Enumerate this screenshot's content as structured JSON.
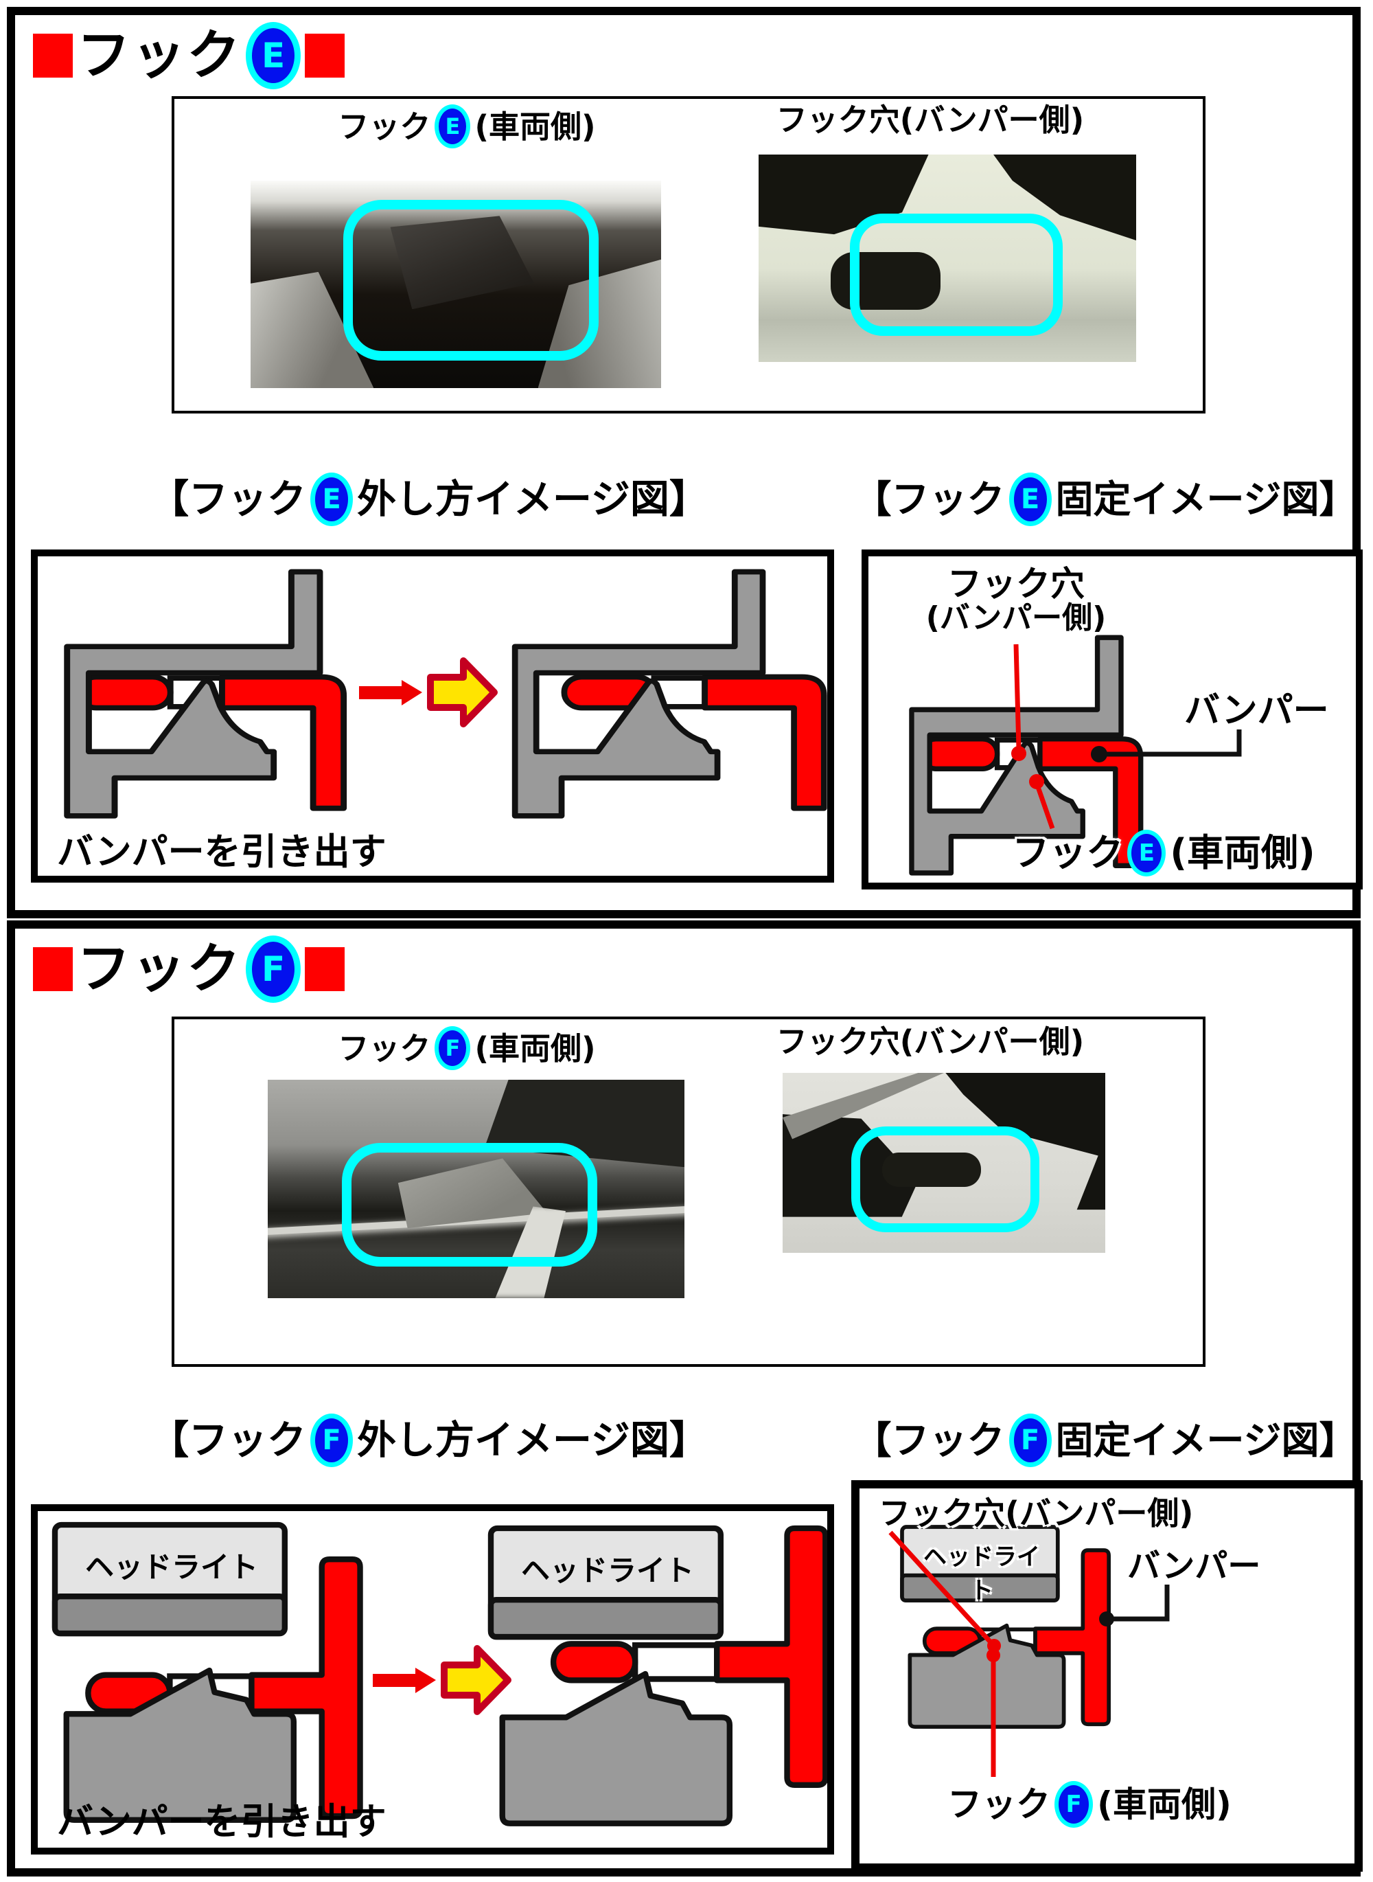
{
  "colors": {
    "accent_red": "#ff0000",
    "arrow_yellow": "#ffe400",
    "arrow_outline_red": "#c40020",
    "highlight_cyan": "#00ffff",
    "badge_blue": "#0310ee",
    "diagram_gray": "#9a9a9a",
    "headlight_light": "#e4e4e4",
    "headlight_dark": "#8d8d8d",
    "outline_black": "#111111"
  },
  "section_e": {
    "title": "フック",
    "badge": "E",
    "photo_panel": {
      "left_caption_prefix": "フック",
      "left_caption_suffix": "(車両側)",
      "right_caption": "フック穴(バンパー側)"
    },
    "removal_heading_prefix": "【フック",
    "removal_heading_suffix": "外し方イメージ図】",
    "fixing_heading_prefix": "【フック",
    "fixing_heading_suffix": "固定イメージ図】",
    "removal_caption": "バンパーを引き出す",
    "fixing_labels": {
      "hook_hole_line1": "フック穴",
      "hook_hole_line2": "(バンパー側)",
      "bumper": "バンパー",
      "hook_prefix": "フック",
      "hook_suffix": "(車両側)"
    }
  },
  "section_f": {
    "title": "フック",
    "badge": "F",
    "photo_panel": {
      "left_caption_prefix": "フック",
      "left_caption_suffix": "(車両側)",
      "right_caption": "フック穴(バンパー側)"
    },
    "removal_heading_prefix": "【フック",
    "removal_heading_suffix": "外し方イメージ図】",
    "fixing_heading_prefix": "【フック",
    "fixing_heading_suffix": "固定イメージ図】",
    "removal_caption": "バンパーを引き出す",
    "headlight_label": "ヘッドライト",
    "fixing_labels": {
      "hook_hole": "フック穴(バンパー側)",
      "bumper": "バンパー",
      "headlight": "ヘッドライト",
      "hook_prefix": "フック",
      "hook_suffix": "(車両側)"
    }
  }
}
